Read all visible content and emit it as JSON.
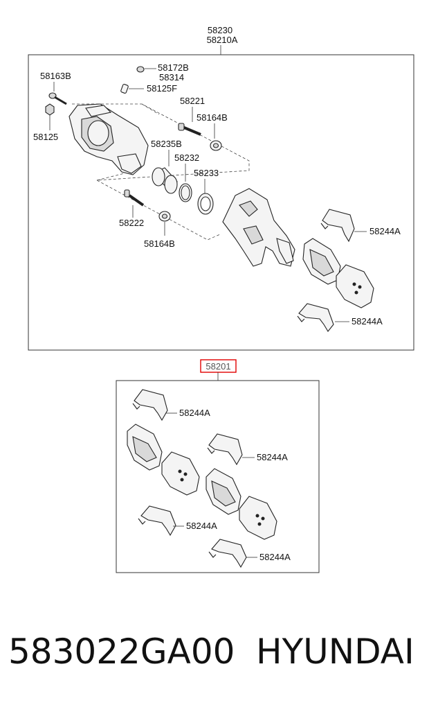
{
  "assembly": {
    "labels": [
      "58230",
      "58210A"
    ]
  },
  "upper_callouts": {
    "c58172b": "58172B",
    "c58314": "58314",
    "c58163b": "58163B",
    "c58125f": "58125F",
    "c58221": "58221",
    "c58164b_top": "58164B",
    "c58125": "58125",
    "c58235b": "58235B",
    "c58232": "58232",
    "c58233": "58233",
    "c58222": "58222",
    "c58164b_bottom": "58164B",
    "c58244a_1": "58244A",
    "c58244a_2": "58244A"
  },
  "kit": {
    "label": "58201",
    "callouts": [
      "58244A",
      "58244A",
      "58244A",
      "58244A"
    ]
  },
  "footer": {
    "part_number": "583022GA00",
    "brand": "HYUNDAI"
  }
}
